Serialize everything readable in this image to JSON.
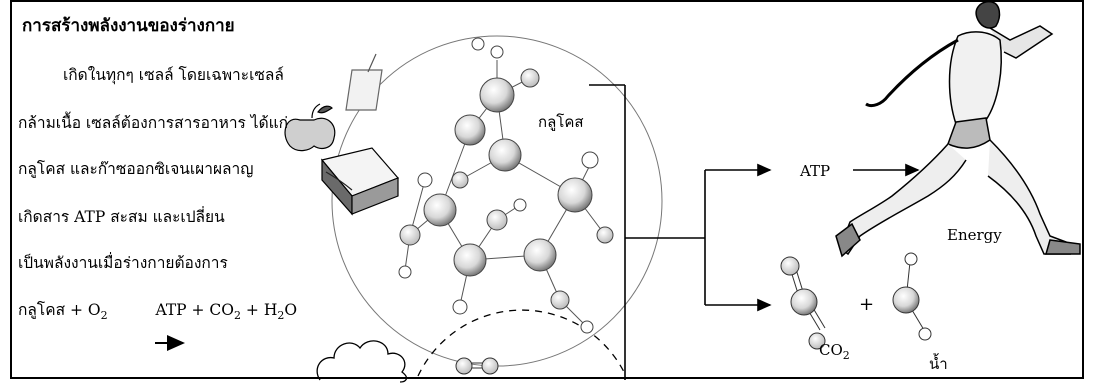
{
  "title": "การสร้างพลังงานของร่างกาย",
  "paragraph": {
    "line1": "เกิดในทุกๆ เซลล์ โดยเฉพาะเซลล์",
    "line2": "กล้ามเนื้อ เซลล์ต้องการสารอาหาร ได้แก่",
    "line3": "กลูโคส และก๊าซออกซิเจนเผาผลาญ",
    "line4": "เกิดสาร ATP สะสม และเปลี่ยน",
    "line5": "เป็นพลังงานเมื่อร่างกายต้องการ"
  },
  "equation": {
    "reactant1": "กลูโคส + O",
    "reactant1_sub": "2",
    "product1": "ATP + CO",
    "product1_sub": "2",
    "product2_pre": " + H",
    "product2_sub": "2",
    "product2_post": "O"
  },
  "labels": {
    "glucose": "กลูโคส",
    "atp": "ATP",
    "energy": "Energy",
    "co2_main": "CO",
    "co2_sub": "2",
    "plus": "+",
    "water": "น้ำ"
  }
}
